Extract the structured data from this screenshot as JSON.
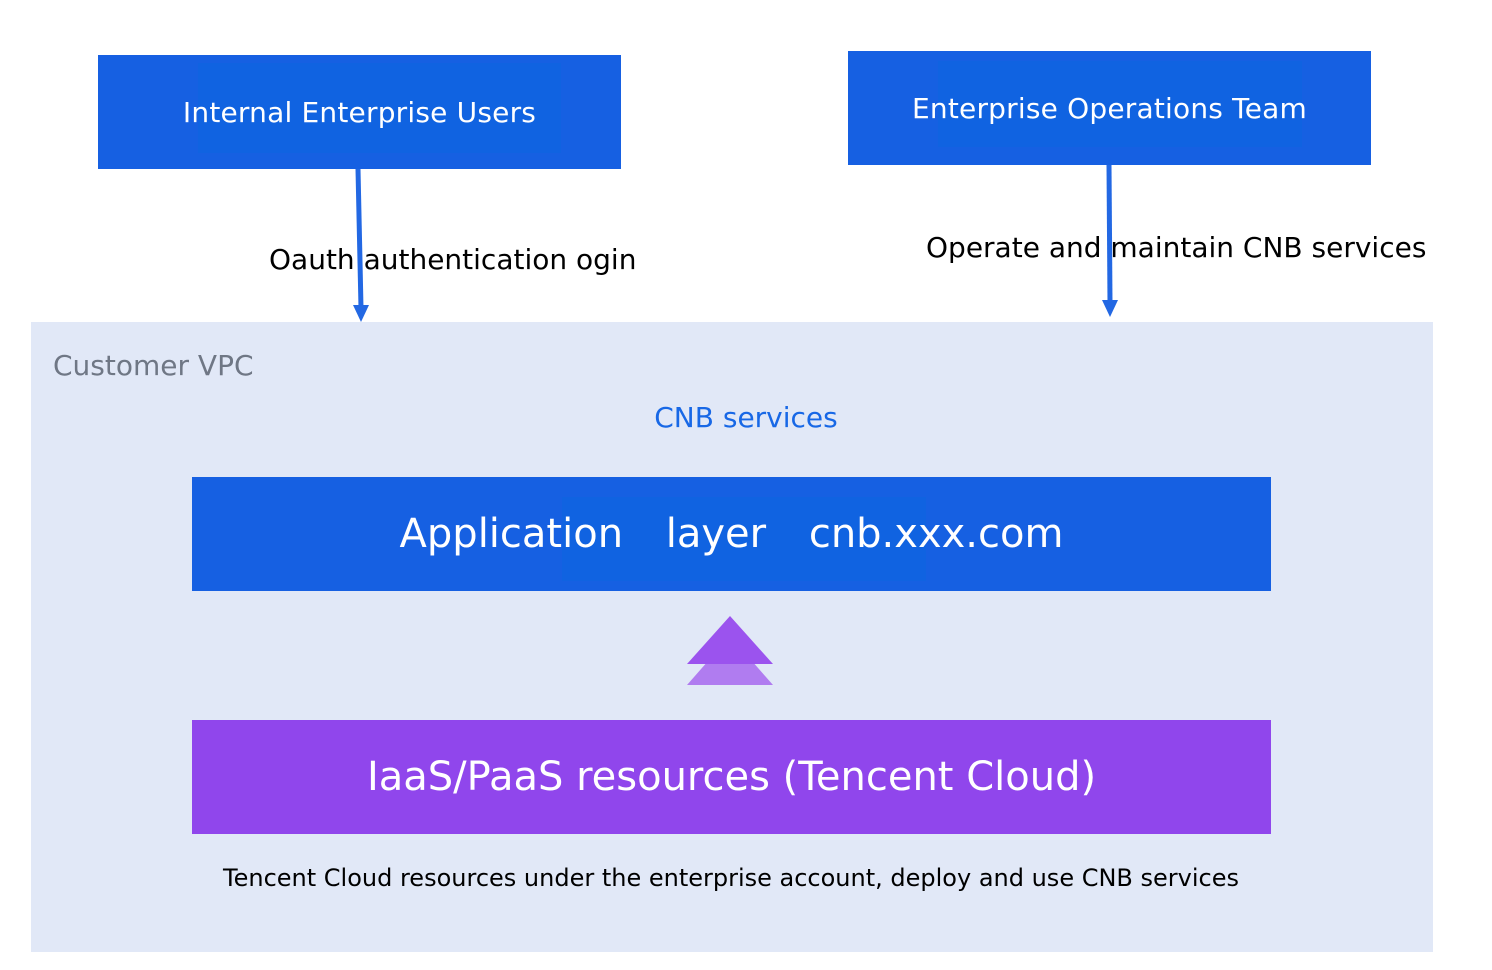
{
  "actors": {
    "internal_users": "Internal Enterprise Users",
    "operations_team": "Enterprise Operations Team"
  },
  "edges": {
    "oauth_login": "Oauth authentication ogin",
    "operate_maintain": "Operate and maintain CNB services"
  },
  "vpc": {
    "title": "Customer VPC",
    "cnb_title": "CNB services",
    "application_layer": "Application layer cnb.xxx.com",
    "iaas_layer": "IaaS/PaaS resources (Tencent Cloud)",
    "note": "Tencent Cloud resources under the enterprise account, deploy and use CNB services"
  },
  "colors": {
    "box_blue": "#1660e2",
    "arrow_blue": "#2368e3",
    "vpc_background": "#e1e8f7",
    "cnb_title_blue": "#1868e6",
    "iaas_purple": "#9046ec",
    "up_arrow_purple": "#9b53ee"
  }
}
